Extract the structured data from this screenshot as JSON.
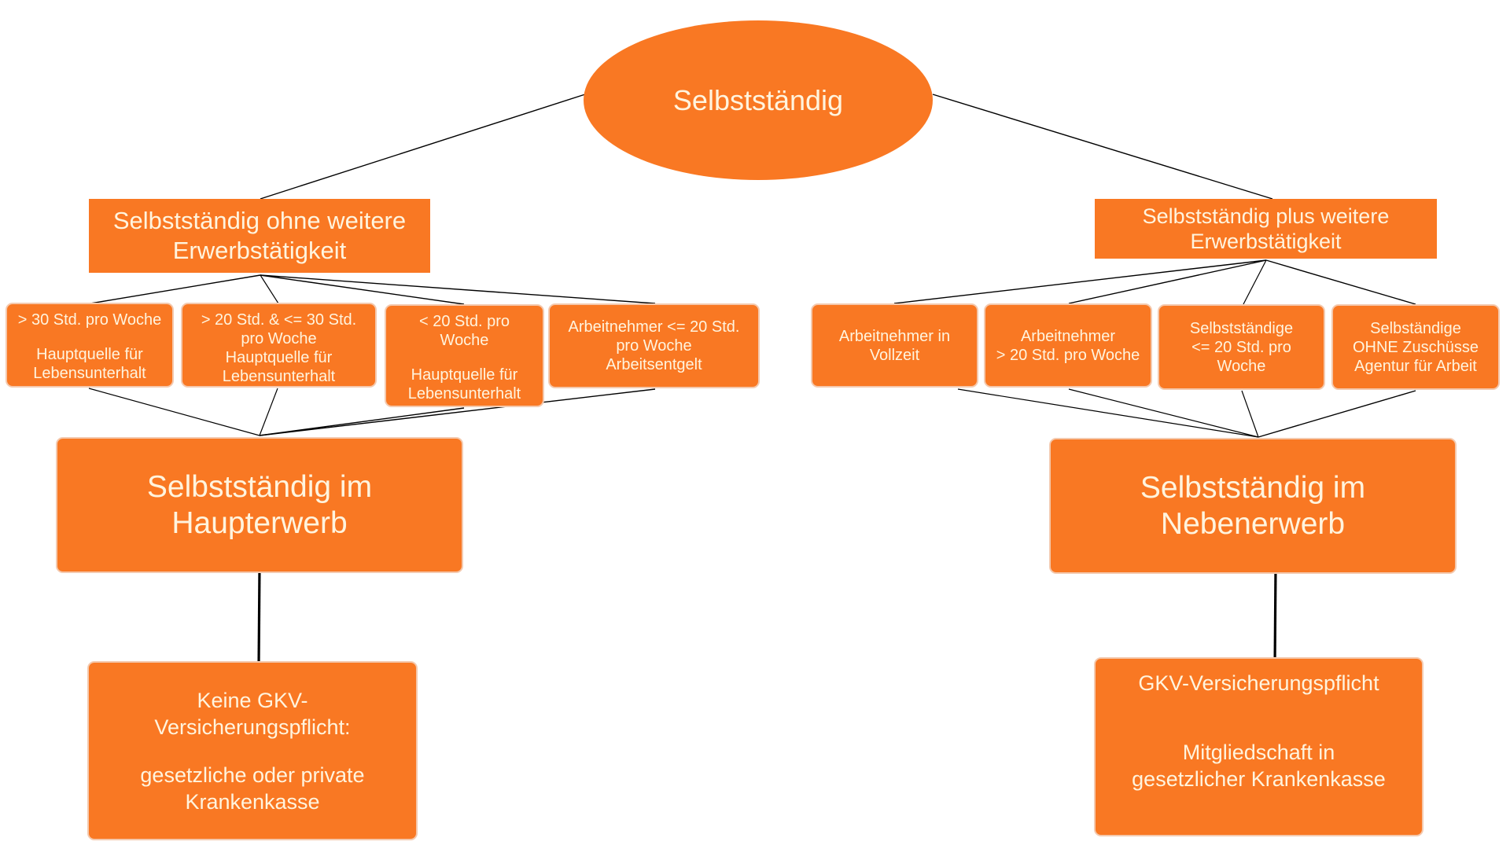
{
  "theme": {
    "node_fill": "#F97823",
    "node_text": "#FFF4DE",
    "node_border": "#F4C9AE",
    "connector": "#000000",
    "background": "#FFFFFF"
  },
  "root": {
    "label": "Selbstständig"
  },
  "branches": [
    {
      "category": {
        "lines": [
          "Selbstständig ohne weitere",
          "Erwerbstätigkeit"
        ]
      },
      "criteria": [
        {
          "lines": [
            "> 30 Std. pro Woche",
            "",
            "Hauptquelle für",
            "Lebensunterhalt"
          ]
        },
        {
          "lines": [
            "> 20 Std. & <= 30 Std.",
            "pro Woche",
            "Hauptquelle für",
            "Lebensunterhalt"
          ]
        },
        {
          "lines": [
            "< 20 Std. pro",
            "Woche",
            "",
            "Hauptquelle für",
            "Lebensunterhalt"
          ]
        },
        {
          "lines": [
            "Arbeitnehmer <= 20 Std.",
            "pro Woche",
            "Arbeitsentgelt"
          ]
        }
      ],
      "result": {
        "lines": [
          "Selbstständig im",
          "Haupterwerb"
        ]
      },
      "outcome": {
        "lines": [
          "Keine GKV-",
          "Versicherungspflicht:",
          "",
          "gesetzliche oder private",
          "Krankenkasse"
        ]
      }
    },
    {
      "category": {
        "lines": [
          "Selbstständig plus weitere",
          "Erwerbstätigkeit"
        ]
      },
      "criteria": [
        {
          "lines": [
            "Arbeitnehmer in",
            "Vollzeit"
          ]
        },
        {
          "lines": [
            "Arbeitnehmer",
            "> 20 Std. pro Woche"
          ]
        },
        {
          "lines": [
            "Selbstständige",
            "<= 20 Std. pro",
            "Woche"
          ]
        },
        {
          "lines": [
            "Selbständige",
            "OHNE Zuschüsse",
            "Agentur für Arbeit"
          ]
        }
      ],
      "result": {
        "lines": [
          "Selbstständig im",
          "Nebenerwerb"
        ]
      },
      "outcome": {
        "lines": [
          "GKV-Versicherungspflicht",
          "",
          "",
          "Mitgliedschaft in",
          "gesetzlicher Krankenkasse"
        ]
      }
    }
  ]
}
